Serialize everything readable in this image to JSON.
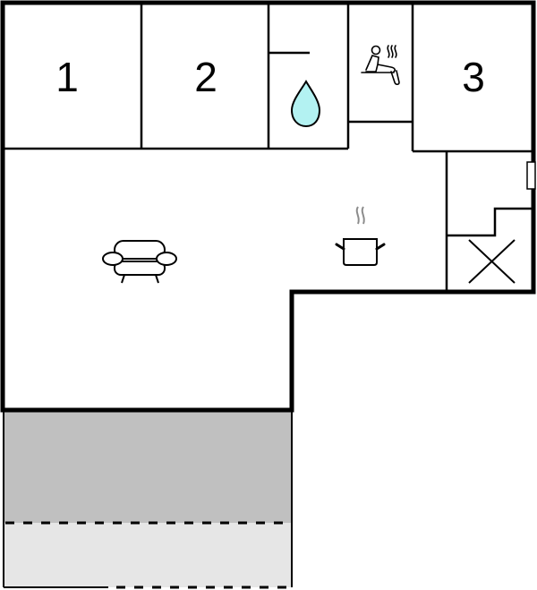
{
  "floorplan": {
    "rooms": [
      {
        "id": "bedroom-1",
        "label": "1",
        "type": "bedroom"
      },
      {
        "id": "bedroom-2",
        "label": "2",
        "type": "bedroom"
      },
      {
        "id": "bathroom",
        "label": "",
        "type": "bathroom",
        "icon": "water-drop-icon"
      },
      {
        "id": "sauna",
        "label": "",
        "type": "sauna",
        "icon": "sauna-icon"
      },
      {
        "id": "bedroom-3",
        "label": "3",
        "type": "bedroom"
      },
      {
        "id": "living-room",
        "label": "",
        "type": "living",
        "icon": "armchair-icon"
      },
      {
        "id": "kitchen",
        "label": "",
        "type": "kitchen",
        "icon": "cooking-pot-icon"
      },
      {
        "id": "stairs",
        "label": "",
        "type": "stairs",
        "icon": "stair-void-x-icon"
      },
      {
        "id": "covered-terrace",
        "label": "",
        "type": "covered-terrace"
      },
      {
        "id": "open-terrace",
        "label": "",
        "type": "terrace"
      }
    ],
    "colors": {
      "wall": "#000000",
      "floor": "#ffffff",
      "water": "#b3f2f2",
      "covered_terrace": "#c0c0c0",
      "open_terrace": "#e6e6e6",
      "steam": "#8c8c8c"
    }
  }
}
